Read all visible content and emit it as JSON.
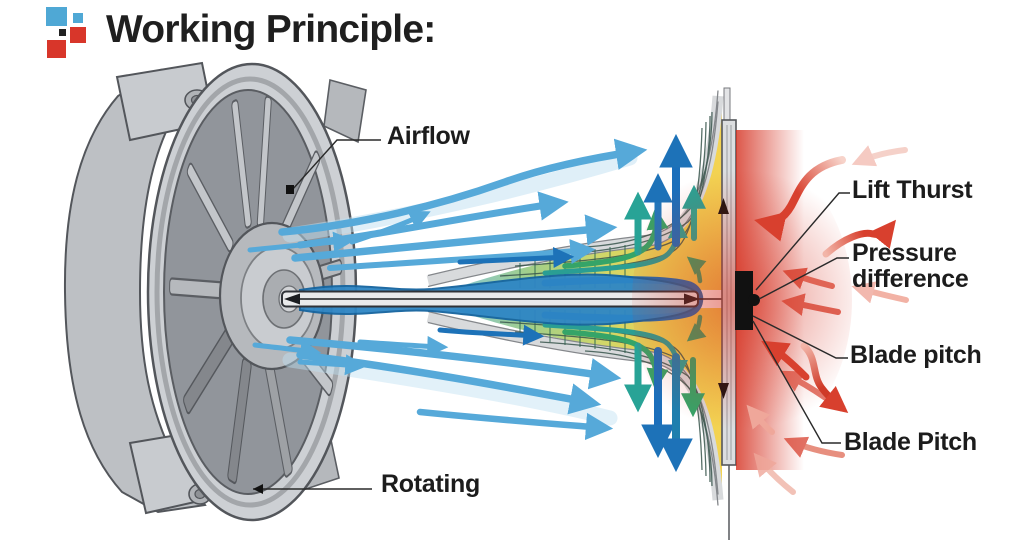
{
  "title": "Working Principle:",
  "logo": {
    "name": "colored-squares-logo",
    "colors": {
      "blue": "#4fa8d5",
      "red": "#d8362a",
      "black": "#222222"
    }
  },
  "labels": {
    "airflow": "Airflow",
    "lift_thrust": "Lift Thurst",
    "pressure_difference": "Pressure difference",
    "blade_pitch_upper": "Blade pitch",
    "blade_pitch_lower": "Blade Pitch",
    "rotating": "Rotating"
  },
  "diagram_colors": {
    "fan_body_grey": "#c9ccd0",
    "fan_outline": "#53565b",
    "airflow_blue": "#56a9d9",
    "sleeve_blue": "#2e86c5",
    "hairpin_blue": "#1a6db4",
    "vertical_arrow_blue": "#1b6fbb",
    "vertical_arrow_teal": "#28a396",
    "vertical_arrow_green": "#35a468",
    "funnel_yellow": "#f3d14b",
    "funnel_green": "#9fcd83",
    "pressure_red": "#d8402e",
    "wall_grey": "#dcdee0",
    "hub_black": "#111111"
  }
}
